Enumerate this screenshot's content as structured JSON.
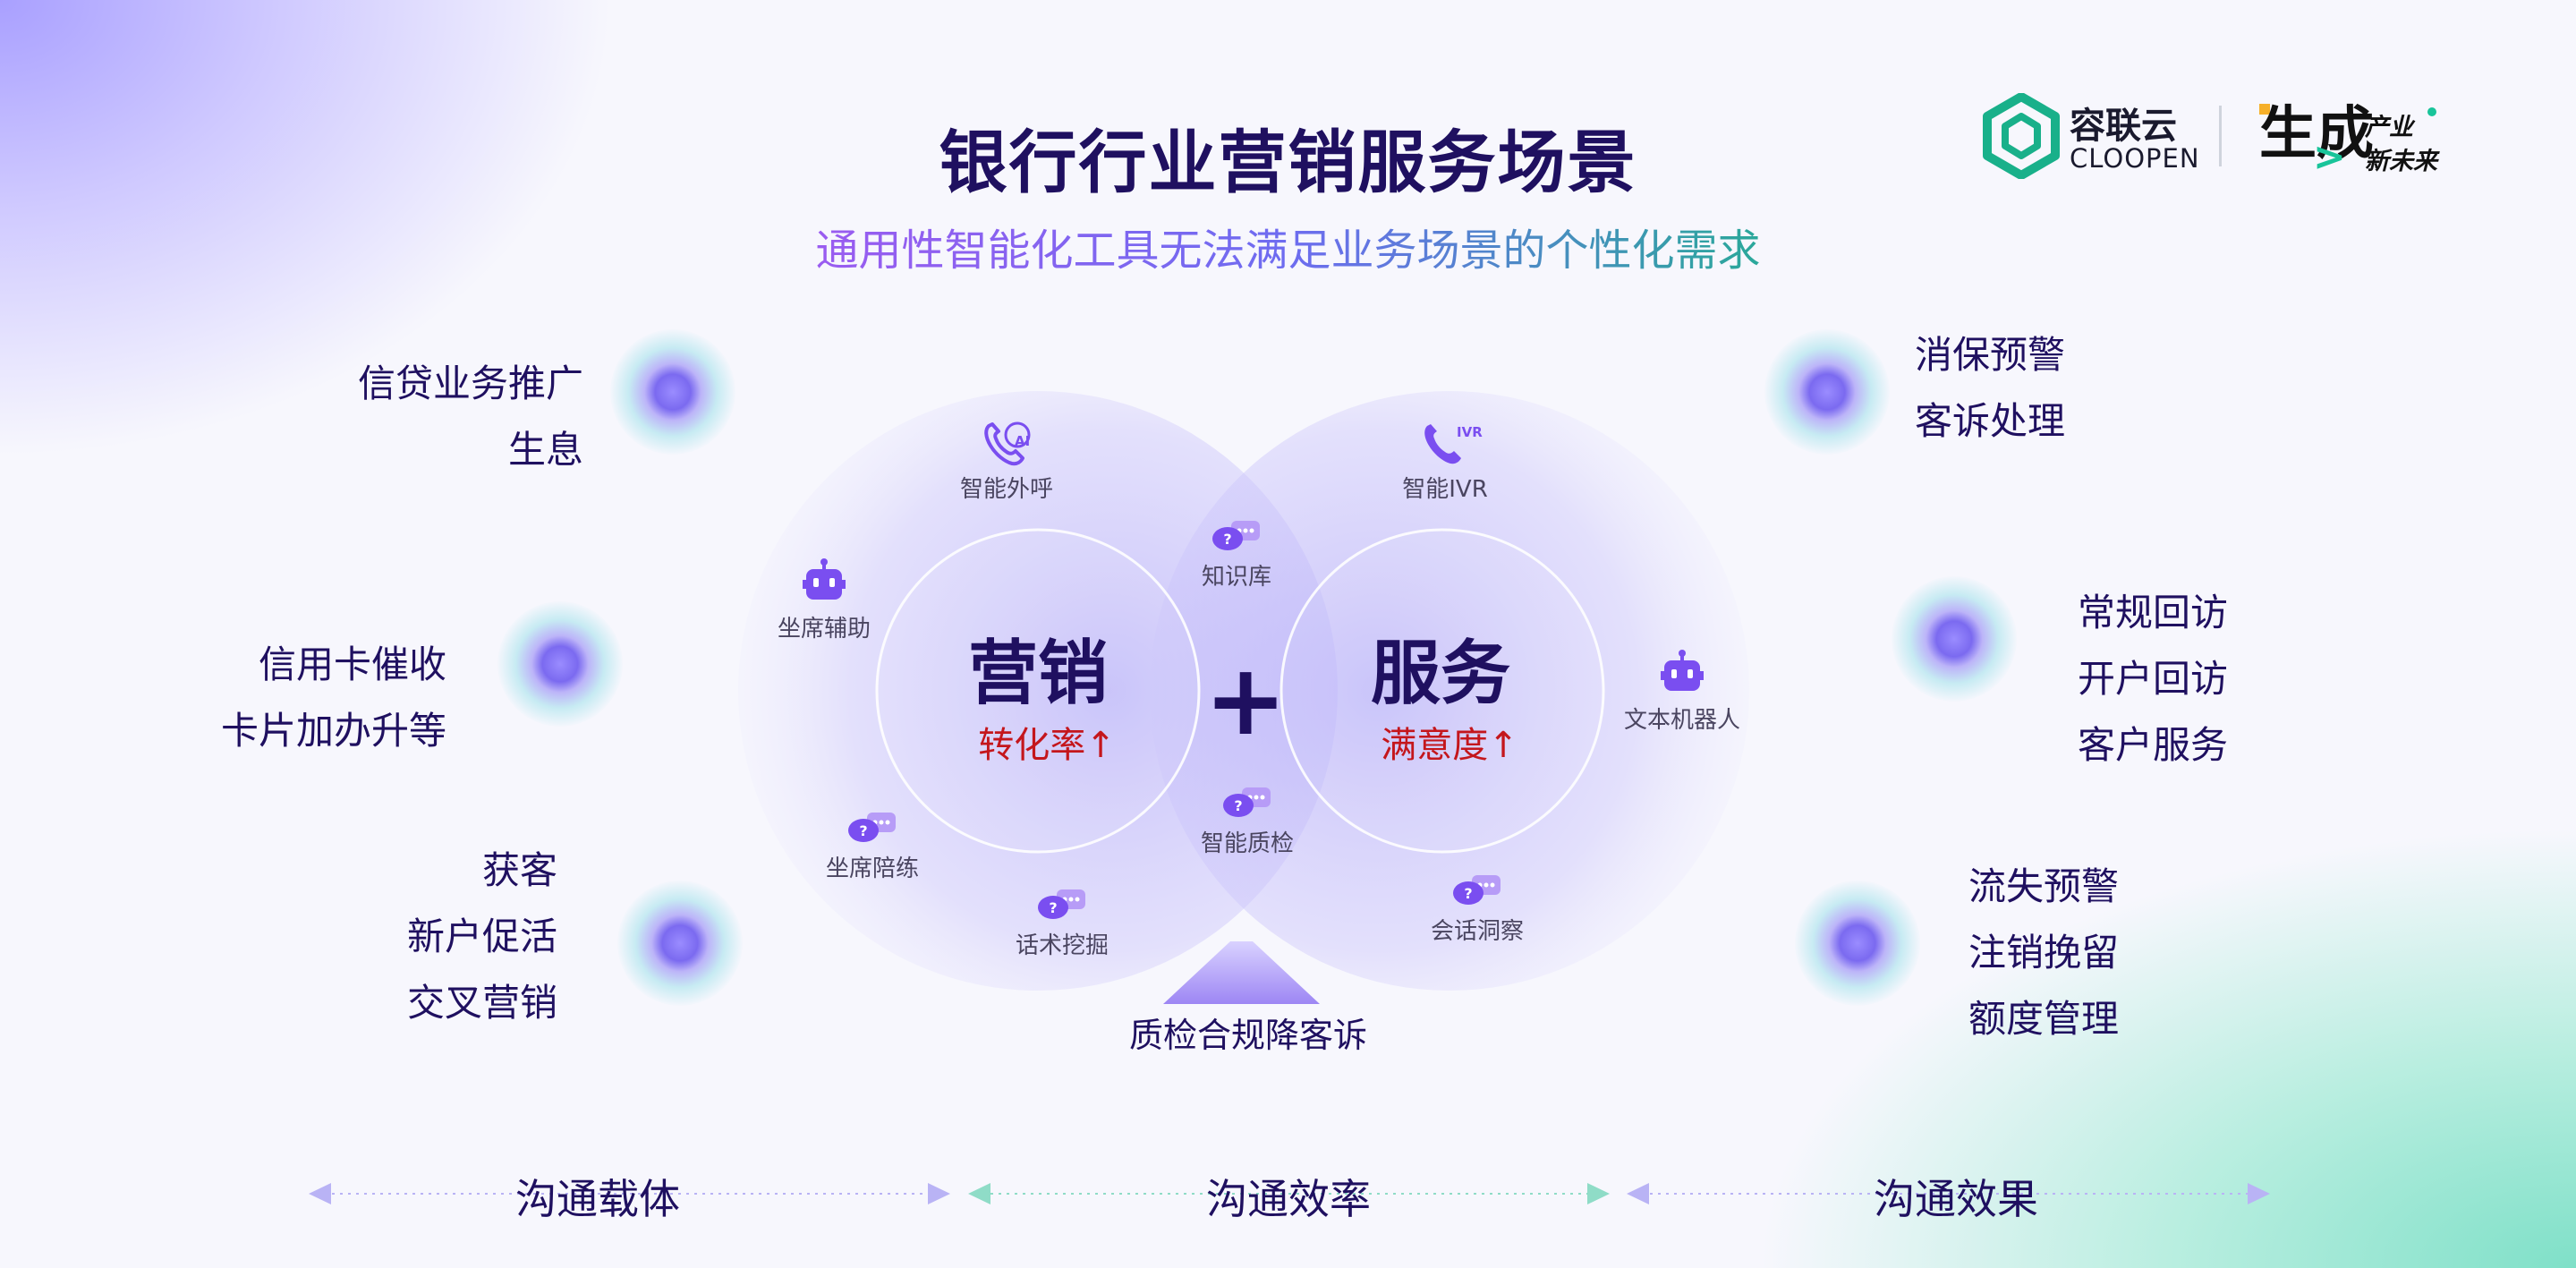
{
  "title": "银行行业营销服务场景",
  "subtitle": "通用性智能化工具无法满足业务场景的个性化需求",
  "logos": {
    "ronglian_cn": "容联云",
    "ronglian_en": "CLOOPEN",
    "shengcheng_big": "生成",
    "shengcheng_line1": "产业",
    "shengcheng_line2": "新未来"
  },
  "left_groups": [
    {
      "lines": [
        "信贷业务推广",
        "生息"
      ]
    },
    {
      "lines": [
        "信用卡催收",
        "卡片加办升等"
      ]
    },
    {
      "lines": [
        "获客",
        "新户促活",
        "交叉营销"
      ]
    }
  ],
  "right_groups": [
    {
      "lines": [
        "消保预警",
        "客诉处理"
      ]
    },
    {
      "lines": [
        "常规回访",
        "开户回访",
        "客户服务"
      ]
    },
    {
      "lines": [
        "流失预警",
        "注销挽留",
        "额度管理"
      ]
    }
  ],
  "center": {
    "left_word": "营销",
    "left_metric": "转化率↑",
    "right_word": "服务",
    "right_metric": "满意度↑",
    "plus": "+",
    "bottom_note": "质检合规降客诉"
  },
  "nodes": {
    "outbound": {
      "label": "智能外呼",
      "icon": "phone-ai-icon",
      "badge": "AI"
    },
    "ivr": {
      "label": "智能IVR",
      "icon": "phone-ivr-icon",
      "badge": "IVR"
    },
    "knowledge": {
      "label": "知识库",
      "icon": "qa-chat-icon"
    },
    "assist": {
      "label": "坐席辅助",
      "icon": "robot-icon"
    },
    "textbot": {
      "label": "文本机器人",
      "icon": "robot-icon"
    },
    "training": {
      "label": "坐席陪练",
      "icon": "qa-chat-icon"
    },
    "quality": {
      "label": "智能质检",
      "icon": "qa-chat-icon"
    },
    "mining": {
      "label": "话术挖掘",
      "icon": "qa-chat-icon"
    },
    "insight": {
      "label": "会话洞察",
      "icon": "qa-chat-icon"
    }
  },
  "axis": {
    "labels": [
      "沟通载体",
      "沟通效率",
      "沟通效果"
    ],
    "colors": [
      "#b9b3f5",
      "#8fdcc7",
      "#b9b3f5"
    ]
  },
  "colors": {
    "title": "#1f1060",
    "metric": "#c4161c",
    "icon": "#7a4ef0"
  }
}
